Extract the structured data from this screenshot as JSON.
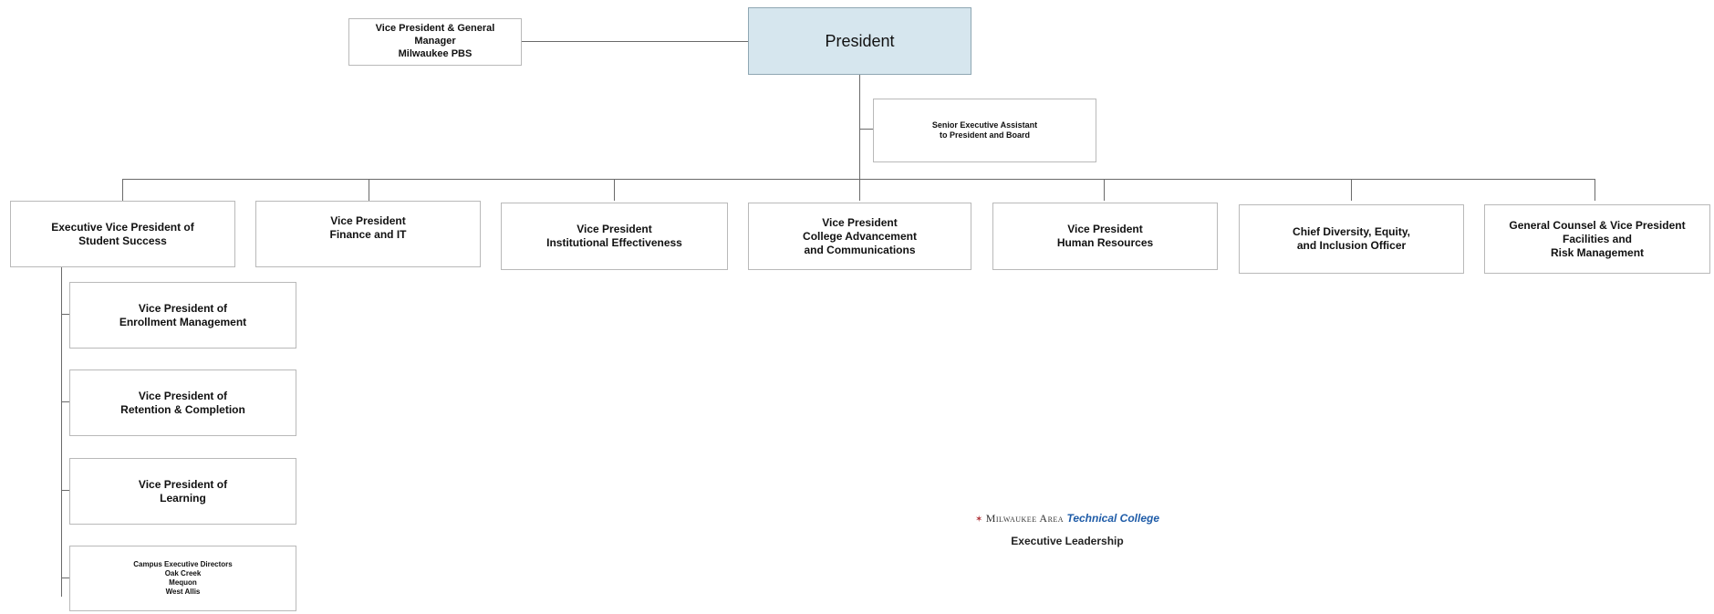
{
  "title_area": {
    "president": "President",
    "pbs": "Vice President & General\nManager\nMilwaukee PBS",
    "assistant": "Senior Executive Assistant\nto President and Board"
  },
  "top_row": [
    "Executive Vice President of\nStudent Success",
    "Vice President\nFinance and IT",
    "Vice President\nInstitutional Effectiveness",
    "Vice President\nCollege Advancement\nand Communications",
    "Vice President\nHuman Resources",
    "Chief Diversity, Equity,\nand Inclusion Officer",
    "General Counsel & Vice President\nFacilities and\nRisk Management"
  ],
  "sub_list": [
    "Vice President of\nEnrollment Management",
    "Vice President of\nRetention & Completion",
    "Vice President of\nLearning",
    "Campus Executive Directors\nOak Creek\nMequon\nWest Allis"
  ],
  "logo": {
    "brand_plain": "Milwaukee Area",
    "brand_italic": "Technical College",
    "subtitle": "Executive Leadership"
  }
}
